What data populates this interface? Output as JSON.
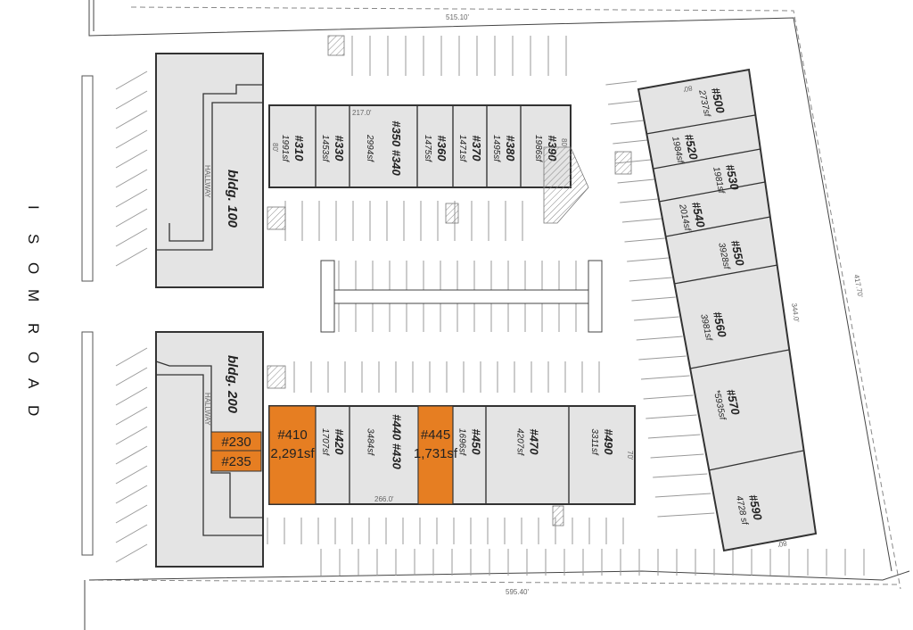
{
  "road": {
    "letters1": [
      "I",
      "S",
      "O",
      "M"
    ],
    "letters2": [
      "R",
      "O",
      "A",
      "D"
    ]
  },
  "dimensions": {
    "top": "515.10'",
    "bottom": "595.40'",
    "right": "417.70'",
    "row300": "217.0'",
    "row400": "266.0'",
    "row500": "344.0'",
    "depth300a": "80'",
    "depth300b": "80'",
    "depth400": "70'",
    "depth500a": "80'",
    "depth500b": "80'"
  },
  "bldg100": {
    "label": "bldg. 100",
    "hallway": "HALLWAY"
  },
  "bldg200": {
    "label": "bldg. 200",
    "hallway": "HALLWAY",
    "units": [
      {
        "id": "#230"
      },
      {
        "id": "#235"
      }
    ]
  },
  "row300": [
    {
      "id": "#310",
      "sf": "1991sf"
    },
    {
      "id": "#330",
      "sf": "1453sf"
    },
    {
      "id": "#350 #340",
      "sf": "2994sf"
    },
    {
      "id": "#360",
      "sf": "1475sf"
    },
    {
      "id": "#370",
      "sf": "1471sf"
    },
    {
      "id": "#380",
      "sf": "1495sf"
    },
    {
      "id": "#390",
      "sf": "1986sf"
    }
  ],
  "row400": [
    {
      "id": "#410",
      "sf": "2,291sf",
      "highlight": true
    },
    {
      "id": "#420",
      "sf": "1707sf"
    },
    {
      "id": "#440 #430",
      "sf": "3484sf"
    },
    {
      "id": "#445",
      "sf": "1,731sf",
      "highlight": true
    },
    {
      "id": "#450",
      "sf": "1696sf"
    },
    {
      "id": "#470",
      "sf": "4207sf"
    },
    {
      "id": "#490",
      "sf": "3311sf"
    }
  ],
  "row500": [
    {
      "id": "#500",
      "sf": "2737sf"
    },
    {
      "id": "#520",
      "sf": "1984sf"
    },
    {
      "id": "#530",
      "sf": "1981sf"
    },
    {
      "id": "#540",
      "sf": "2014sf"
    },
    {
      "id": "#550",
      "sf": "3928sf"
    },
    {
      "id": "#560",
      "sf": "3981sf"
    },
    {
      "id": "#570",
      "sf": "*5935sf"
    },
    {
      "id": "#590",
      "sf": "4728 sf"
    }
  ],
  "colors": {
    "highlight": "#e67e22",
    "building": "#e4e4e4"
  }
}
